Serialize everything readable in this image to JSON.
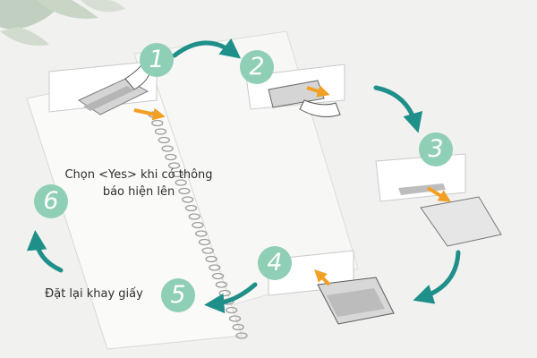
{
  "steps": [
    {
      "number": "1",
      "caption": ""
    },
    {
      "number": "2",
      "caption": ""
    },
    {
      "number": "3",
      "caption": ""
    },
    {
      "number": "4",
      "caption": ""
    },
    {
      "number": "5",
      "caption": "Đặt lại khay giấy"
    },
    {
      "number": "6",
      "caption": "Chọn <Yes> khi có thông báo hiện lên"
    }
  ],
  "colors": {
    "badge": "#8fcfb6",
    "flow_arrow": "#1f8f8a",
    "slide_arrow": "#f2a024",
    "background": "#f1f1ef"
  },
  "icons": [
    "plant-decoration",
    "spiral-notebook",
    "printer-tray",
    "hand",
    "paper-sheet"
  ]
}
